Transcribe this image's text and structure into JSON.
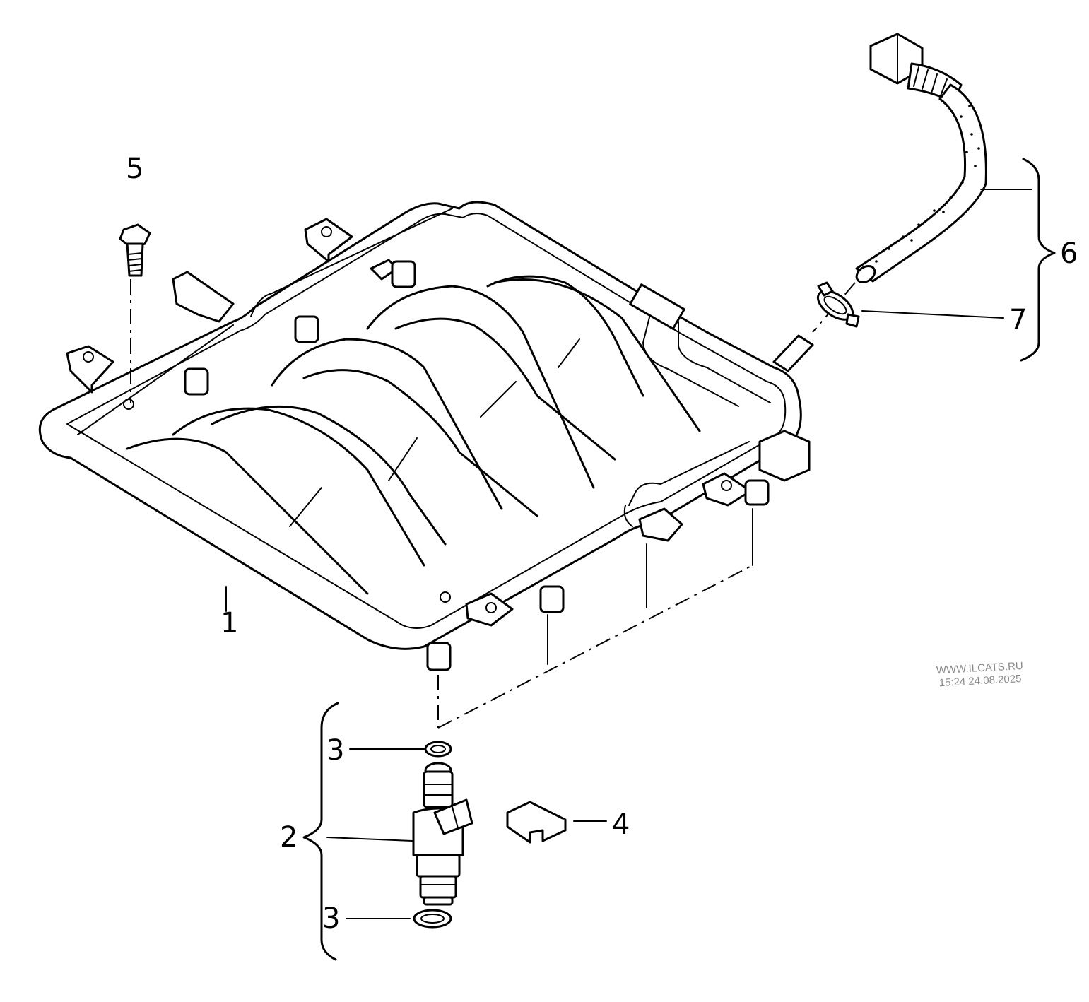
{
  "callouts": {
    "c1": "1",
    "c2": "2",
    "c3a": "3",
    "c3b": "3",
    "c4": "4",
    "c5": "5",
    "c6": "6",
    "c7": "7"
  },
  "watermark": {
    "site": "WWW.ILCATS.RU",
    "timestamp": "15:24 24.08.2025"
  }
}
